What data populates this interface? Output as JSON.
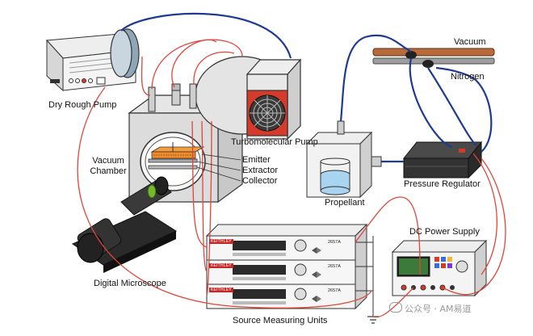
{
  "labels": {
    "dry_rough_pump": "Dry Rough Pump",
    "vacuum_chamber_line1": "Vacuum",
    "vacuum_chamber_line2": "Chamber",
    "turbomolecular_pump": "Turbomolecular Pump",
    "emitter": "Emitter",
    "extractor": "Extractor",
    "collector": "Collector",
    "propellant": "Propellant",
    "vacuum": "Vacuum",
    "nitrogen": "Nitrogen",
    "pressure_regulator": "Pressure Regulator",
    "dc_power_supply": "DC Power Supply",
    "digital_microscope": "Digital Microscope",
    "source_measuring_units": "Source Measuring Units"
  },
  "smu_units": [
    {
      "brand": "KEITHLEY",
      "model": "2657A"
    },
    {
      "brand": "KEITHLEY",
      "model": "2657A"
    },
    {
      "brand": "KEITHLEY",
      "model": "2657A"
    }
  ],
  "watermark": "公众号 · AM易道",
  "colors": {
    "wire_red": "#e0453a",
    "tube_blue": "#1f3a93",
    "orange": "#f28c28",
    "pump_red": "#d63a2a",
    "chamber_gray": "#d9d9d9",
    "liquid": "#a9d4f0",
    "copper": "#b86a3a"
  }
}
